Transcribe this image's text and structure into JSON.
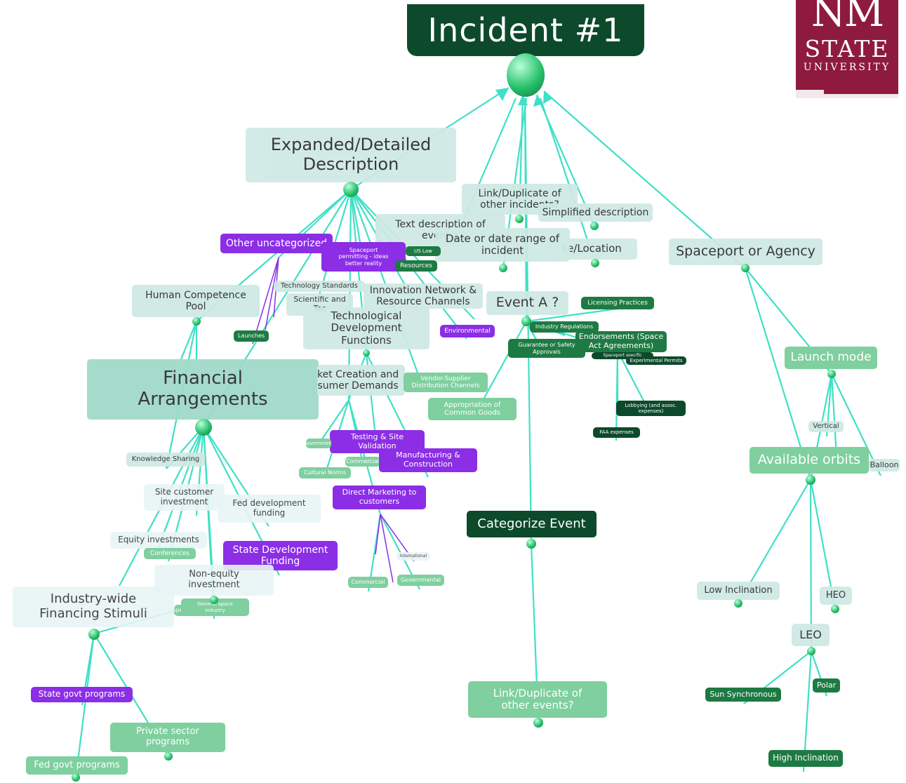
{
  "title": "Incident #1",
  "logo": {
    "line1": "NM",
    "line2": "STATE",
    "line3": "UNIVERSITY"
  },
  "colors": {
    "edge": "#3fe0c6",
    "purple_edge": "#8b2ee6",
    "title_bg": "#0d4a2c",
    "logo_bg": "#8e1b3e"
  },
  "nodes": {
    "expanded": "Expanded/Detailed\nDescription",
    "link_incidents": "Link/Duplicate of\nother incidents?",
    "simplified": "Simplified description",
    "text_description": "Text description of\nevent a",
    "date_range": "Date or date range of\nincident",
    "site_location": "te/Location",
    "spaceport_agency": "Spaceport or Agency",
    "other_uncategorized": "Other uncategorized",
    "spaceport_permitting": "Spaceport\npermitting - ideas\nbetter reality",
    "us_law": "US Law",
    "resources": "Resources",
    "human_competence": "Human Competence\nPool",
    "technology_standards": "Technology Standards",
    "scientific": "Scientific and\nTec",
    "innovation_network": "Innovation Network &\nResource Channels",
    "technological_dev": "Technological\nDevelopment\nFunctions",
    "event_a": "Event A ?",
    "licensing": "Licensing Practices",
    "launches": "Launches",
    "environmental": "Environmental",
    "industry_regulations": "Industry Regulations",
    "guarantee": "Guarantee or Safety\nApprovals",
    "endorsements": "Endorsements (Space\nAct Agreements)",
    "spaceport_specific": "Spaceport specific",
    "experimental_permits": "Experimental Permits",
    "financial": "Financial\nArrangements",
    "market_creation": "ket Creation and\nsumer Demands",
    "vendor_supplier": "Vendor-Supplier\nDistribution Channels",
    "appropriation": "Appropriation of\nCommon Goods",
    "lobbying": "Lobbying (and assoc.\nexpenses)",
    "faa_expenses": "FAA expenses",
    "launch_mode": "Launch mode",
    "vertical": "Vertical",
    "available_orbits": "Available orbits",
    "balloon": "Balloon",
    "knowledge_sharing": "Knowledge Sharing",
    "testing_site": "Testing & Site\nValidation",
    "government": "Government",
    "commercial_small": "Commercial",
    "cultural_norms": "Cultural Norms",
    "manufacturing": "Manufacturing &\nConstruction",
    "site_customer": "Site customer\ninvestment",
    "fed_development": "Fed development\nfunding",
    "direct_marketing": "Direct Marketing to\ncustomers",
    "equity": "Equity investments",
    "conferences": "Conferences",
    "state_development": "State Development\nFunding",
    "international": "International",
    "categorize_event": "Categorize Event",
    "non_equity": "Non-equity\ninvestment",
    "general_space": "General space\nindustry",
    "specific": "Specific",
    "commercial_bottom": "Commercial",
    "governmental": "Governmental",
    "industry_wide": "Industry-wide\nFinancing Stimuli",
    "low_inclination": "Low Inclination",
    "heo": "HEO",
    "leo": "LEO",
    "sun_synchronous": "Sun Synchronous",
    "polar": "Polar",
    "state_govt": "State govt programs",
    "private_sector": "Private sector\nprograms",
    "link_events": "Link/Duplicate of\nother events?",
    "fed_govt": "Fed govt programs",
    "high_inclination": "High Inclination"
  }
}
